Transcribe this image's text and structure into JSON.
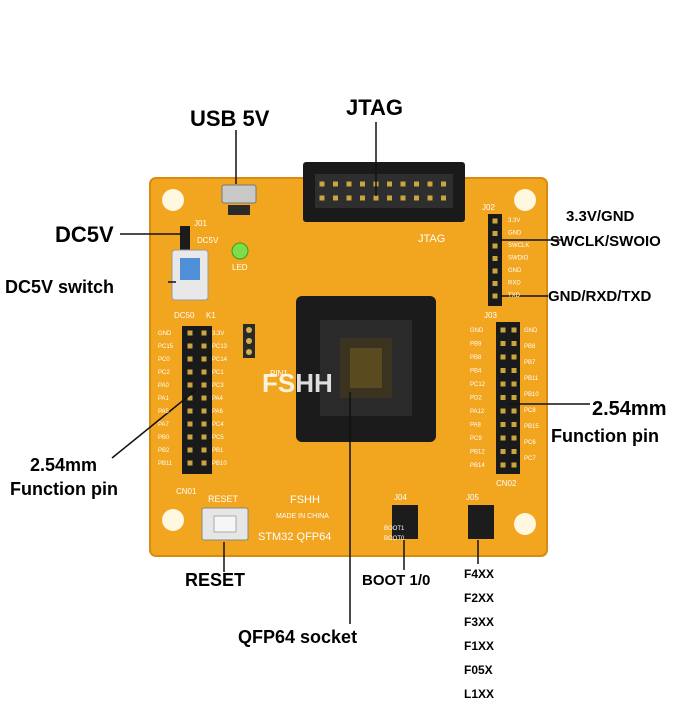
{
  "callouts": {
    "usb": "USB 5V",
    "jtag": "JTAG",
    "dc5v": "DC5V",
    "dc5v_switch": "DC5V switch",
    "left_pitch": "2.54mm",
    "left_function": "Function pin",
    "right_pitch": "2.54mm",
    "right_function": "Function pin",
    "power_gnd": "3.3V/GND",
    "swd": "SWCLK/SWOIO",
    "uart": "GND/RXD/TXD",
    "reset": "RESET",
    "boot": "BOOT 1/0",
    "socket": "QFP64 socket"
  },
  "series": [
    "F4XX",
    "F2XX",
    "F3XX",
    "F1XX",
    "F05X",
    "L1XX"
  ],
  "silkscreen": {
    "j01": "J01",
    "j02": "J02",
    "j03": "J03",
    "j04": "J04",
    "j05": "J05",
    "dc5v_small": "DC5V",
    "led": "LED",
    "dc50": "DC50",
    "k1": "K1",
    "pin1": "PIN1",
    "jtag_small": "JTAG",
    "cn01": "CN01",
    "cn02": "CN02",
    "reset_small": "RESET",
    "brand_chip": "FSHH",
    "brand": "FSHH",
    "made": "MADE IN CHINA",
    "model": "STM32 QFP64",
    "boot1": "BOOT1",
    "boot0": "BOOT0",
    "j02_labels": [
      "3.3V",
      "GND",
      "SWCLK",
      "SWDIO",
      "GND",
      "RXD",
      "TXD"
    ],
    "left_pins_outer": [
      "GND",
      "PC15",
      "PC0",
      "PC2",
      "PA0",
      "PA1",
      "PA5",
      "PA7",
      "PB0",
      "PB2",
      "PB11"
    ],
    "left_pins_inner": [
      "3.3V",
      "PC13",
      "PC14",
      "PC1",
      "PC3",
      "PA4",
      "PA6",
      "PC4",
      "PC5",
      "PB1",
      "PB10"
    ],
    "right_pins_inner": [
      "GND",
      "PB9",
      "PB8",
      "PB4",
      "PC12",
      "PD2",
      "PA12",
      "PA8",
      "PC9",
      "PB12",
      "PB14"
    ],
    "right_pins_outer": [
      "GND",
      "PB8",
      "PB7",
      "PB11",
      "PB10",
      "PC8",
      "PB15",
      "PC6",
      "PC7"
    ]
  }
}
